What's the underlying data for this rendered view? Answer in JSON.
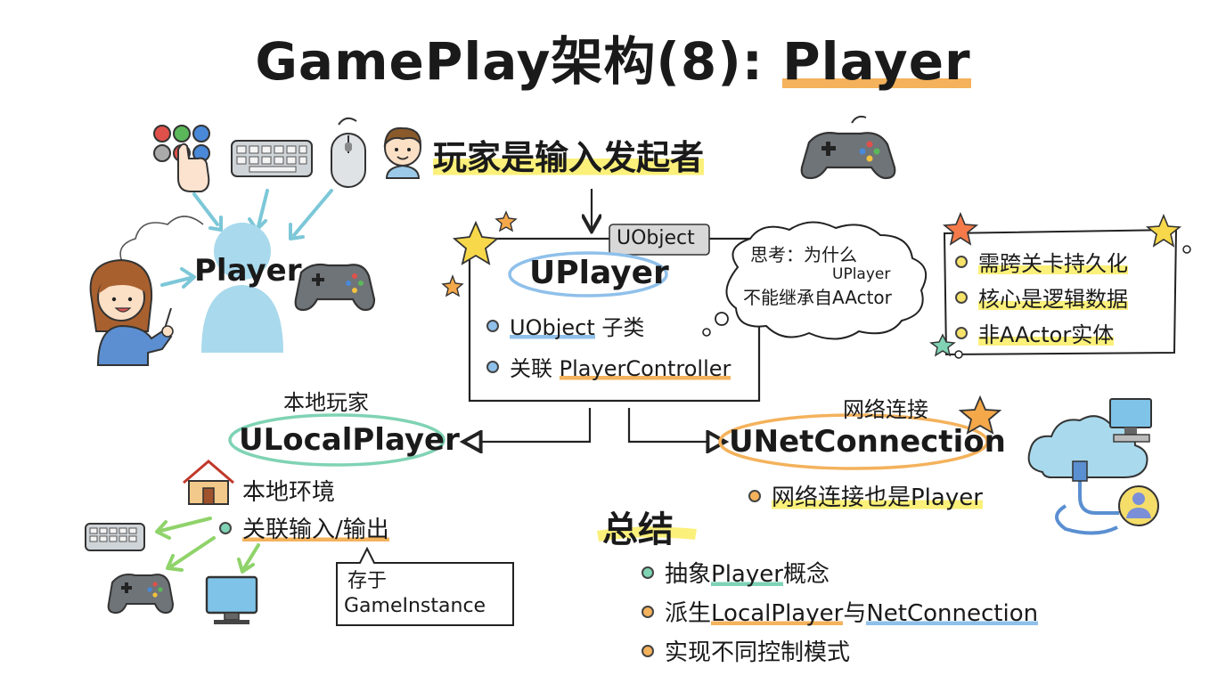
{
  "title": {
    "main": "GamePlay架构(8): ",
    "highlight": "Player"
  },
  "top_center": {
    "label": "玩家是输入发起者"
  },
  "player_left": {
    "label": "Player"
  },
  "uplayer": {
    "tag": "UObject",
    "name": "UPlayer",
    "items": [
      {
        "prefix": "UObject",
        "suffix": " 子类"
      },
      {
        "prefix": "关联 ",
        "suffix": "PlayerController"
      }
    ]
  },
  "cloud_note": {
    "line1": "思考：为什么",
    "line2": "UPlayer",
    "line3": "不能继承自AActor"
  },
  "right_box": {
    "items": [
      "需跨关卡持久化",
      "核心是逻辑数据",
      "非AActor实体"
    ]
  },
  "local": {
    "caption": "本地玩家",
    "name": "ULocalPlayer",
    "items": [
      "本地环境",
      "关联输入/输出"
    ],
    "note": {
      "line1": "存于",
      "line2": "GameInstance"
    }
  },
  "net": {
    "caption": "网络连接",
    "name": "UNetConnection",
    "item": "网络连接也是Player"
  },
  "summary": {
    "title": "总结",
    "items": [
      {
        "pre": "抽象",
        "hl": "Player",
        "post": "概念"
      },
      {
        "pre": "派生",
        "hl": "LocalPlayer",
        "mid": "与",
        "hl2": "NetConnection"
      },
      {
        "pre": "实现不同控制模式"
      }
    ]
  },
  "icons": [
    "touch-buttons-icon",
    "keyboard-icon",
    "mouse-icon",
    "boy-avatar-icon",
    "gamepad-icon",
    "girl-avatar-icon",
    "person-silhouette-icon",
    "star-icon",
    "cloud-icon",
    "house-icon",
    "monitor-icon",
    "network-cloud-icon",
    "ethernet-cable-icon",
    "user-circle-icon"
  ],
  "colors": {
    "yellow": "#fbf07a",
    "orange": "#f4b25c",
    "teal": "#7fd3b4",
    "blue": "#8fc0ea",
    "arrow": "#7cc7d8",
    "green_arrow": "#8fd36a"
  }
}
